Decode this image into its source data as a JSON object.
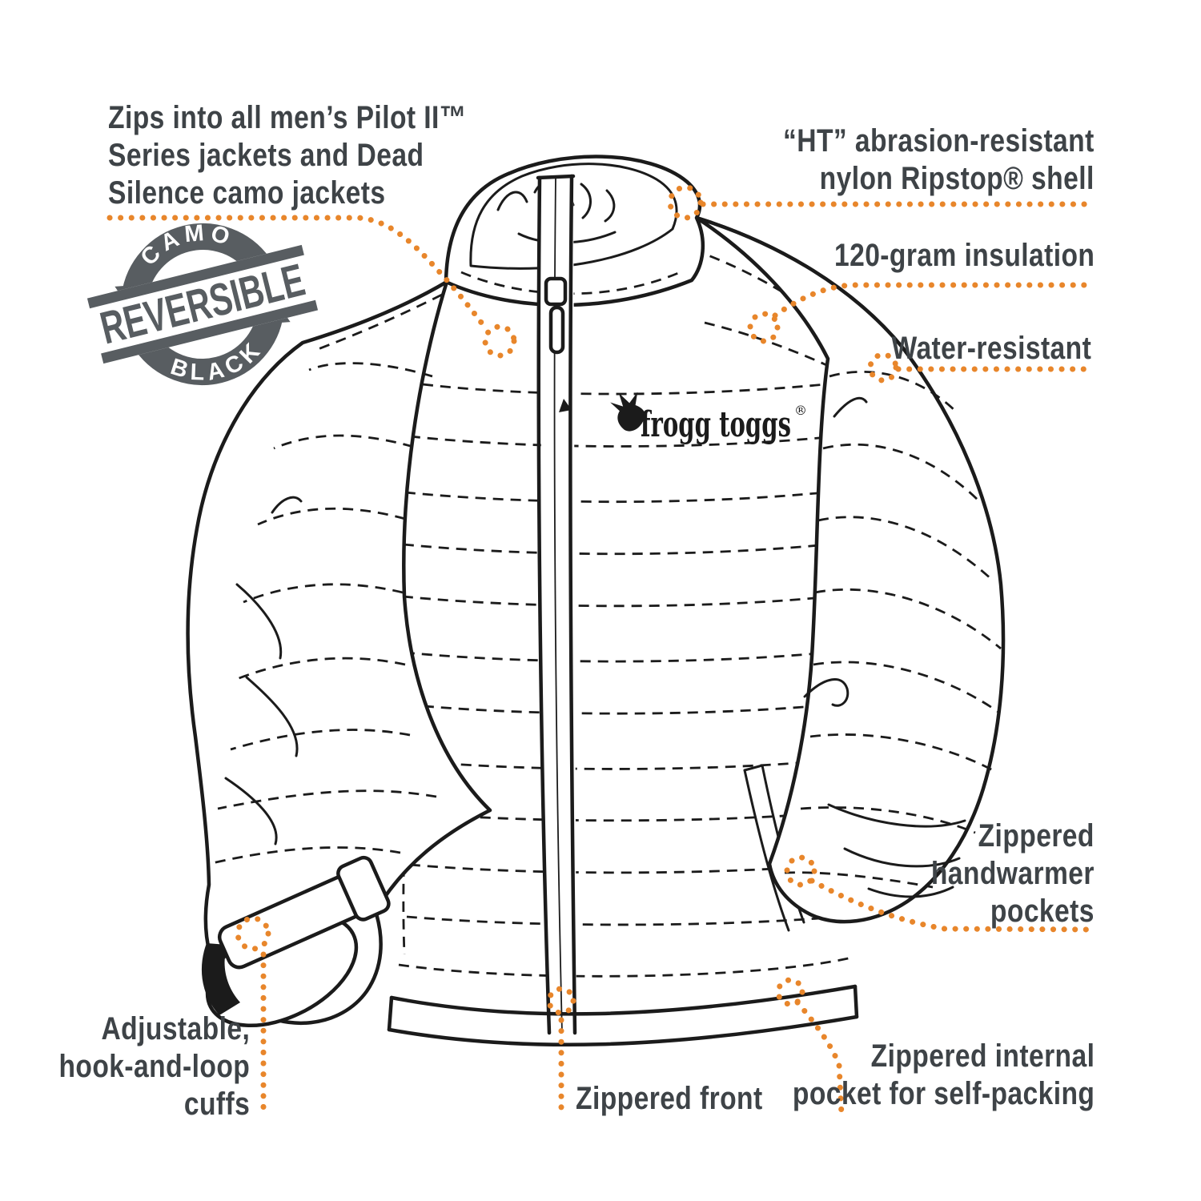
{
  "colors": {
    "accent_orange": "#e8862b",
    "line_ink": "#1b1b1b",
    "label_gray": "#3e4347",
    "badge_gray": "#585d61"
  },
  "labels": {
    "zips_into": {
      "text": "Zips into all men’s Pilot II™\nSeries jackets and Dead\nSilence camo jackets"
    },
    "ht_shell": {
      "text": "“HT” abrasion-resistant\nnylon Ripstop® shell"
    },
    "insulation": {
      "text": "120-gram insulation"
    },
    "water_resistant": {
      "text": "Water-resistant"
    },
    "handwarmer": {
      "text": "Zippered\nhandwarmer\npockets"
    },
    "internal_pocket": {
      "text": "Zippered internal\npocket for self-packing"
    },
    "zippered_front": {
      "text": "Zippered front"
    },
    "cuffs": {
      "text": "Adjustable,\nhook-and-loop\ncuffs"
    }
  },
  "badge": {
    "top": "CAMO",
    "middle": "REVERSIBLE",
    "bottom": "BLACK"
  },
  "brand": {
    "logo_text": "frogg toggs",
    "registered": "®"
  }
}
